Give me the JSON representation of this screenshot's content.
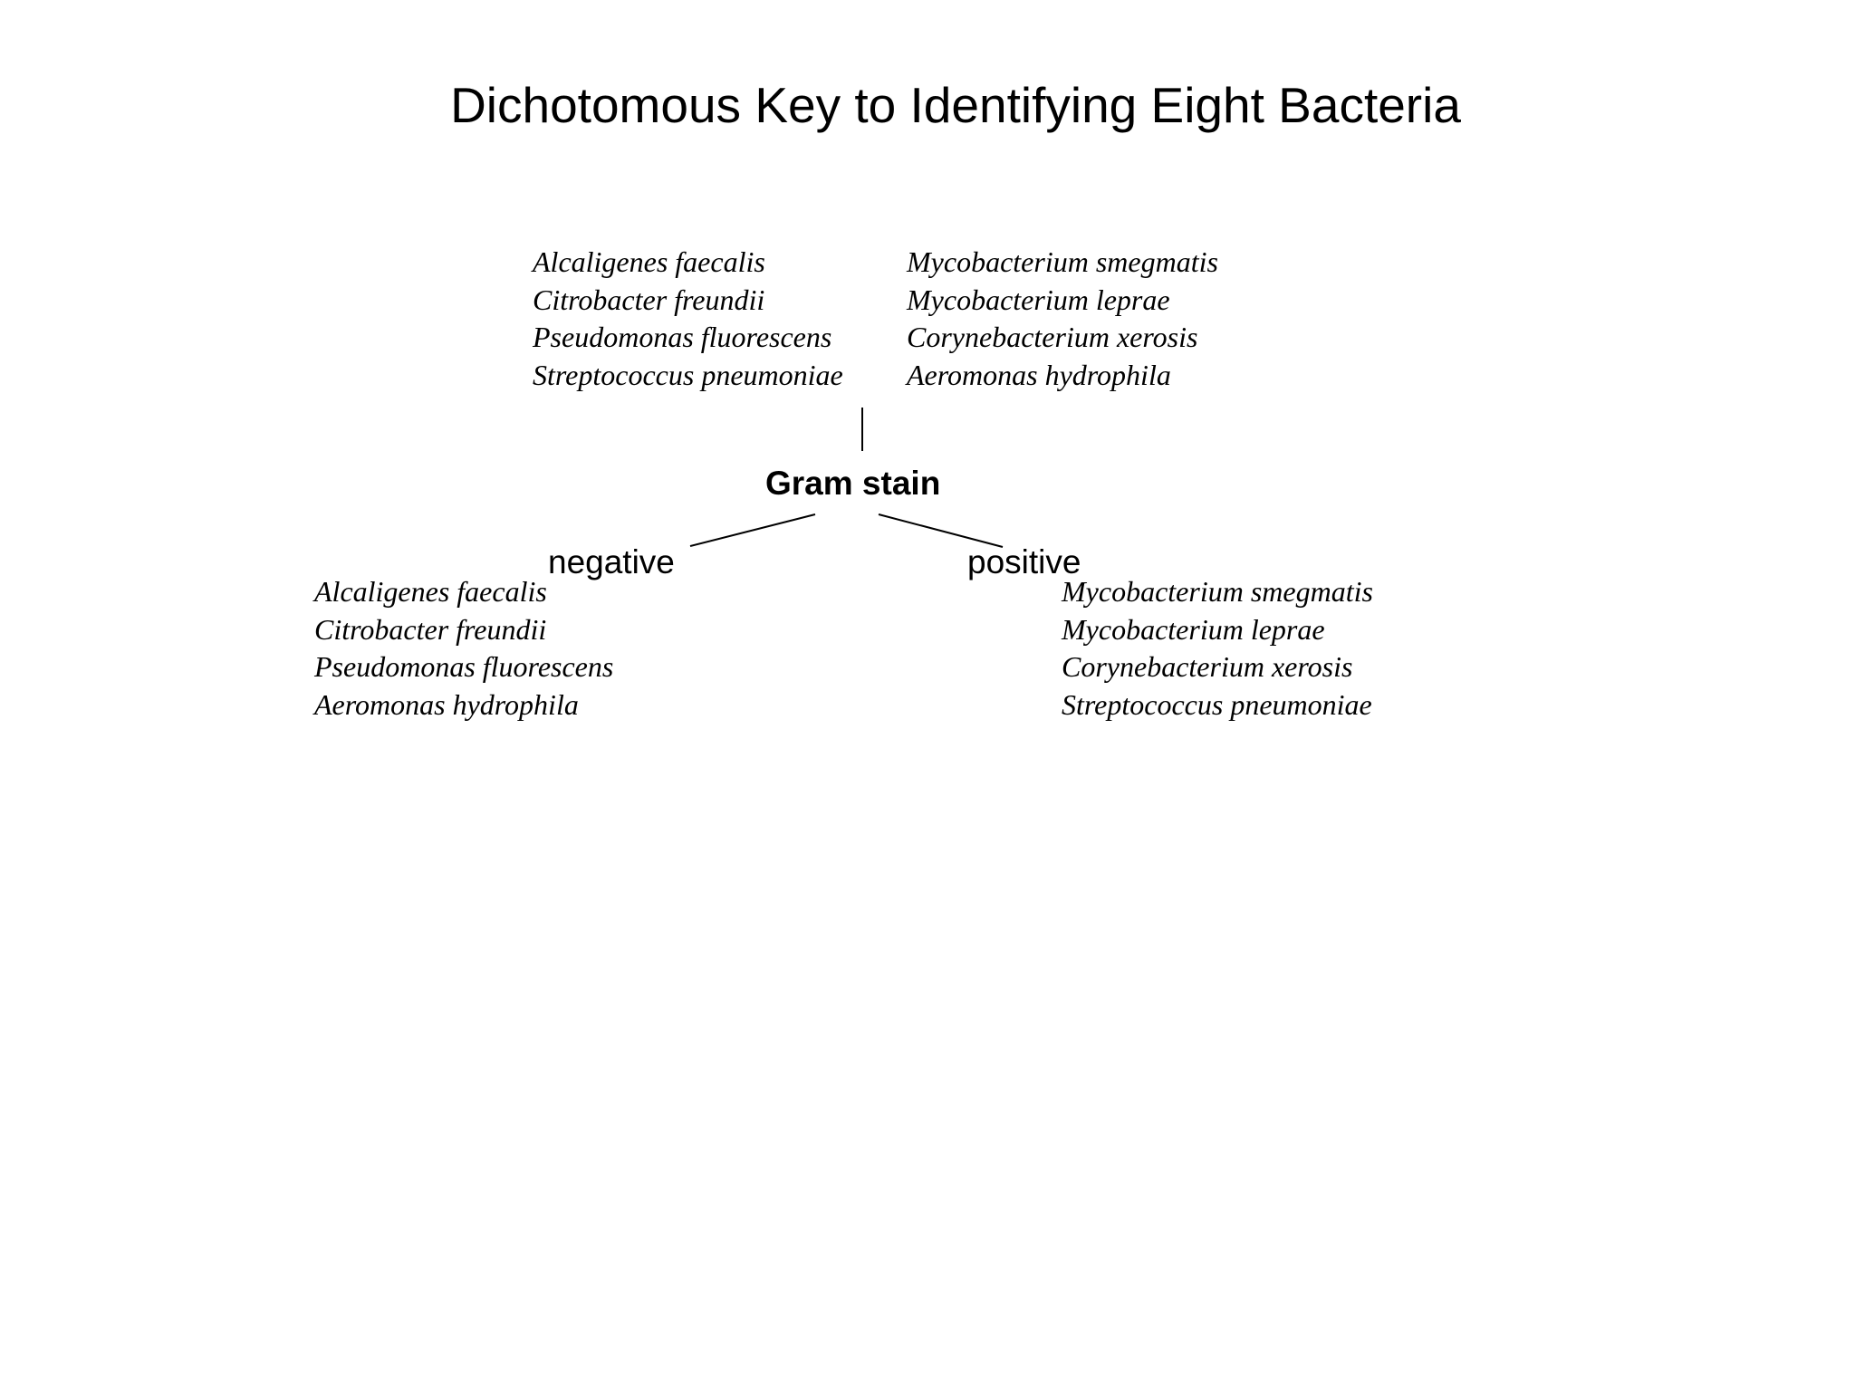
{
  "title": "Dichotomous Key to Identifying Eight Bacteria",
  "start": {
    "left_column": [
      "Alcaligenes faecalis",
      "Citrobacter freundii",
      "Pseudomonas fluorescens",
      "Streptococcus pneumoniae"
    ],
    "right_column": [
      "Mycobacterium smegmatis",
      "Mycobacterium leprae",
      "Corynebacterium xerosis",
      "Aeromonas hydrophila"
    ]
  },
  "test": {
    "label": "Gram stain"
  },
  "branches": {
    "negative": {
      "label": "negative",
      "species": [
        "Alcaligenes faecalis",
        "Citrobacter freundii",
        "Pseudomonas fluorescens",
        "Aeromonas hydrophila"
      ]
    },
    "positive": {
      "label": "positive",
      "species": [
        "Mycobacterium smegmatis",
        "Mycobacterium leprae",
        "Corynebacterium xerosis",
        "Streptococcus pneumoniae"
      ]
    }
  }
}
